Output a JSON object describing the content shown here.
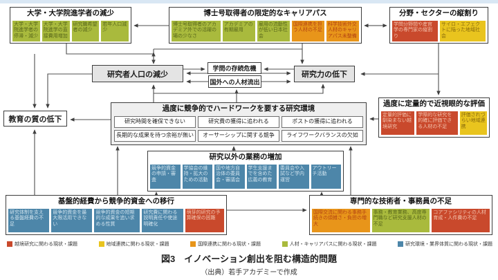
{
  "figure": {
    "caption": "図3　イノベーション創出を阻む構造的問題",
    "source": "（出典）若手アカデミーで作成"
  },
  "palette": {
    "red": "#c9492c",
    "yellow": "#e9c41e",
    "orange": "#e8951a",
    "green": "#a9ba3d",
    "blue": "#4d86a9",
    "gray_node": "#e4e4e4",
    "border": "#3c3c3c"
  },
  "groups": [
    {
      "id": "univ",
      "title": "大学・大学院進学者の減少",
      "items": [
        {
          "label": "大学・大学院進学者の停滞・減少",
          "color": "green"
        },
        {
          "label": "大学・大学院進学の直接費用増加",
          "color": "green"
        },
        {
          "label": "研究職希望者の減少",
          "color": "green"
        },
        {
          "label": "若年人口減少",
          "color": "green"
        }
      ]
    },
    {
      "id": "phd",
      "title": "博士号取得者の限定的なキャリアパス",
      "items": [
        {
          "label": "博士号取得者のアカデミア外での活躍の場の少なさ",
          "color": "green"
        },
        {
          "label": "アカデミアの有期雇用",
          "color": "green"
        },
        {
          "label": "雇用の流動性が低い日本社会",
          "color": "green"
        },
        {
          "label": "国際連携を担う人材の不足",
          "color": "orange"
        },
        {
          "label": "科学技術外交人材のキャリアパス未整備",
          "color": "orange"
        }
      ]
    },
    {
      "id": "silo",
      "title": "分野・セクターの縦割り",
      "items": [
        {
          "label": "学問分野間や産官学の専門家の縦割り",
          "color": "red"
        },
        {
          "label": "サイロ・エフェクトに陥った地域社会",
          "color": "yellow"
        }
      ]
    },
    {
      "id": "eval",
      "title": "過度に定量的で近視眼的な評価",
      "items": [
        {
          "label": "定量的評価に馴染まない越境研究",
          "color": "red"
        },
        {
          "label": "学際的な研究を的確に評価できる人材の不足",
          "color": "red"
        },
        {
          "label": "評価されづらい地域連携",
          "color": "yellow"
        }
      ]
    },
    {
      "id": "env",
      "title": "過度に競争的でハードワークを要する研究環境",
      "items": [
        {
          "label": "研究時間を確保できない",
          "color": "white"
        },
        {
          "label": "研究費の獲得に追われる",
          "color": "white"
        },
        {
          "label": "ポストの獲得に追われる",
          "color": "white"
        },
        {
          "label": "長期的な成果を待つ余裕が無い",
          "color": "white"
        },
        {
          "label": "オーサーシップに関する競争",
          "color": "white"
        },
        {
          "label": "ライフワークバランスの欠如",
          "color": "white"
        }
      ]
    },
    {
      "id": "tasks",
      "title": "研究以外の業務の増加",
      "items": [
        {
          "label": "競争的資金の申請・審査",
          "color": "blue"
        },
        {
          "label": "学協会の維持・拡大のための活動",
          "color": "blue"
        },
        {
          "label": "国や地方自治体の委員会・審議会",
          "color": "blue"
        },
        {
          "label": "学生支援までを含めた広義の教育",
          "color": "blue"
        },
        {
          "label": "委員会や入試など学内運営",
          "color": "blue"
        },
        {
          "label": "アウトリーチ活動",
          "color": "blue"
        }
      ]
    },
    {
      "id": "fund",
      "title": "基盤的経費から競争的資金への移行",
      "items": [
        {
          "label": "研究体制を支える基盤経費の不足",
          "color": "blue"
        },
        {
          "label": "競争的資金を最大限活用できない",
          "color": "blue"
        },
        {
          "label": "競争的資金の短期的な成果を追い求める性質",
          "color": "blue"
        },
        {
          "label": "研究費に関わる説明責任や使途明確化",
          "color": "blue"
        },
        {
          "label": "萌芽的研究の予算確保の困難",
          "color": "red"
        }
      ]
    },
    {
      "id": "staff",
      "title": "専門的な技術者・事務員の不足",
      "items": [
        {
          "label": "国際交流に関わる事務手続きの煩雑さ・負担の増大",
          "color": "orange"
        },
        {
          "label": "事務・教育業務、高度専門職など研究支援人材の不足",
          "color": "green"
        },
        {
          "label": "コアファシリティの人材育成・人件費の不足",
          "color": "red"
        }
      ]
    }
  ],
  "nodes": {
    "population": "研究者人口の減少",
    "survival": "学問の存続危機",
    "braindrain": "国外への人材流出",
    "power": "研究力の低下",
    "education": "教育の質の低下"
  },
  "legend": [
    {
      "label": "越境研究に関わる現状・課題",
      "color": "red"
    },
    {
      "label": "地域連携に関わる現状・課題",
      "color": "yellow"
    },
    {
      "label": "国際連携に関わる現状・課題",
      "color": "orange"
    },
    {
      "label": "人材・キャリアパスに関わる現状・課題",
      "color": "green"
    },
    {
      "label": "研究環境・業界体質に関わる現状・課題",
      "color": "blue"
    }
  ]
}
